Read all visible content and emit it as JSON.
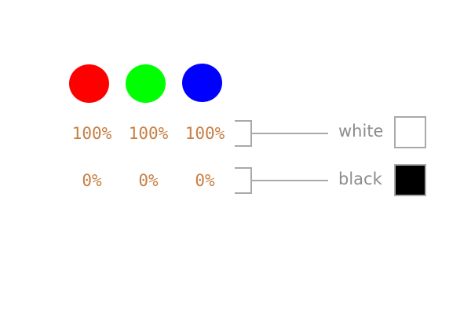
{
  "colors": {
    "red": "#ff0000",
    "green": "#00ff00",
    "blue": "#0000ff",
    "value_text": "#c87f44",
    "label_text": "#8c8c8c",
    "line": "#a9a9a9"
  },
  "rows": [
    {
      "values": [
        "100%",
        "100%",
        "100%"
      ],
      "label": "white",
      "swatch": "#ffffff"
    },
    {
      "values": [
        "0%",
        "0%",
        "0%"
      ],
      "label": "black",
      "swatch": "#000000"
    }
  ]
}
